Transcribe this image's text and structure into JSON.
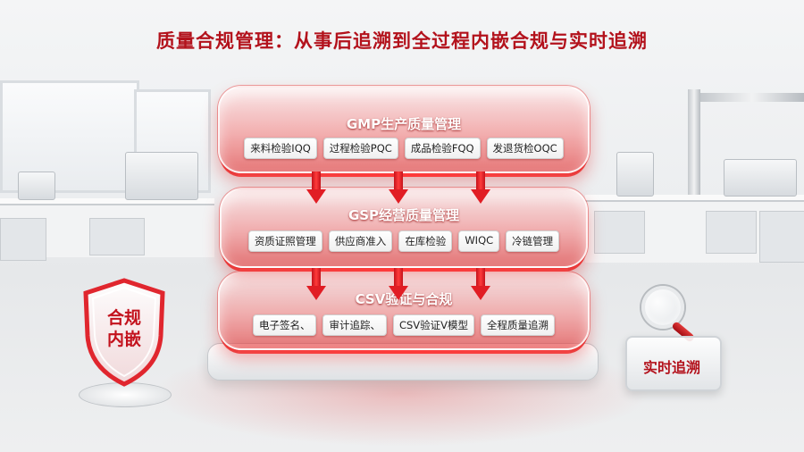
{
  "title": "质量合规管理：从事后追溯到全过程内嵌合规与实时追溯",
  "layers": [
    {
      "title": "GMP生产质量管理",
      "tags": [
        "来料检验IQQ",
        "过程检验PQC",
        "成品检验FQQ",
        "发退货检OQC"
      ]
    },
    {
      "title": "GSP经营质量管理",
      "tags": [
        "资质证照管理",
        "供应商准入",
        "在库检验",
        "WIQC",
        "冷链管理"
      ]
    },
    {
      "title": "CSV验证与合规",
      "tags": [
        "电子签名、",
        "审计追踪、",
        "CSV验证V模型",
        "全程质量追溯"
      ]
    }
  ],
  "shield": {
    "line1": "合规",
    "line2": "内嵌"
  },
  "sign": {
    "label": "实时追溯"
  },
  "colors": {
    "accent": "#c3121d",
    "layer": "#e11d24",
    "background": "#eceef0"
  },
  "icons": [
    "shield-icon",
    "magnifier-icon",
    "arrow-down-icon"
  ]
}
